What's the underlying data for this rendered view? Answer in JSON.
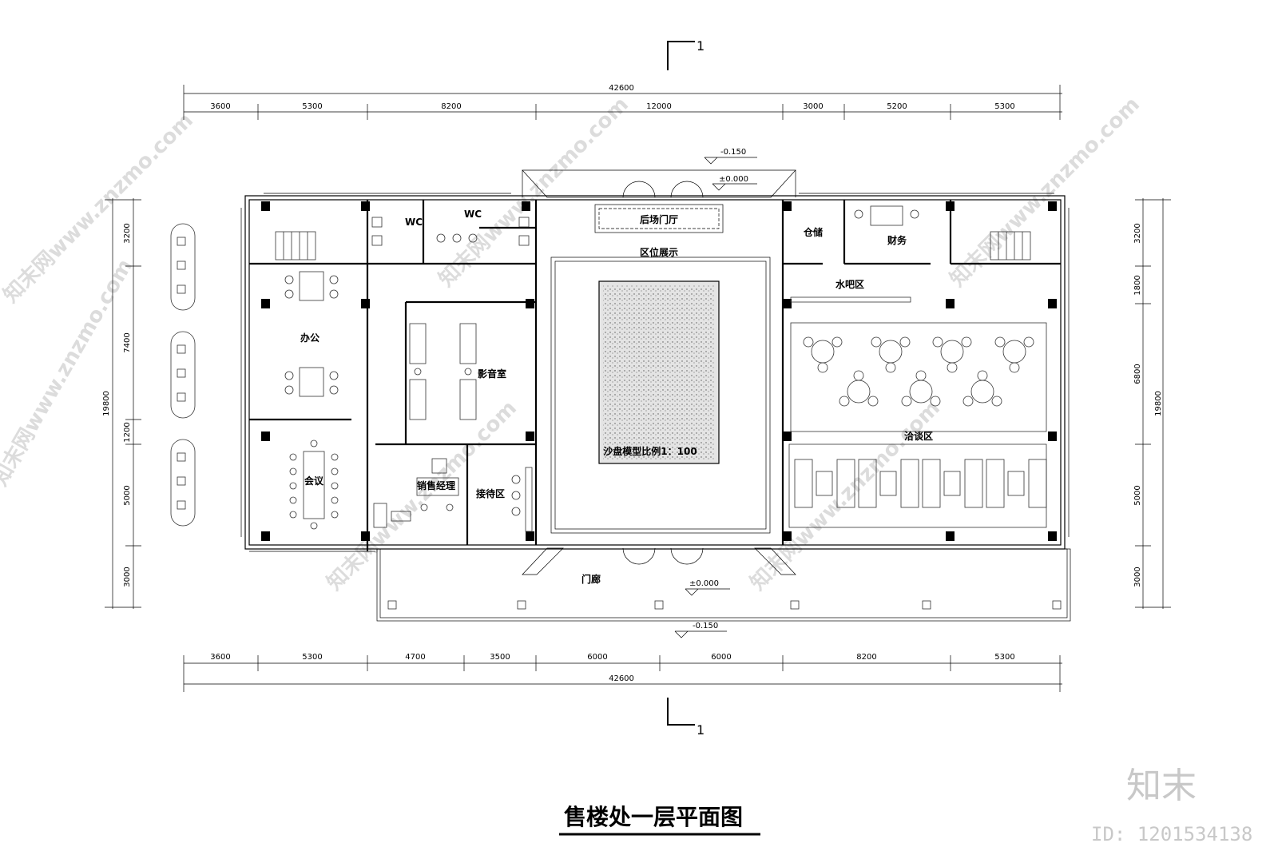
{
  "title": "售楼处一层平面图",
  "section_mark": "1",
  "brand": {
    "logo_text": "知末",
    "id_text": "ID: 1201534138",
    "watermark": "知末网www.znzmo.com"
  },
  "dimensions": {
    "top_total": "42600",
    "top_segments": [
      "3600",
      "5300",
      "8200",
      "12000",
      "3000",
      "5200",
      "5300"
    ],
    "bottom_segments": [
      "3600",
      "5300",
      "4700",
      "3500",
      "6000",
      "6000",
      "8200",
      "5300"
    ],
    "bottom_total": "42600",
    "left_segments": [
      "3200",
      "7400",
      "1200",
      "5000",
      "3000"
    ],
    "left_total": "19800",
    "right_segments": [
      "3200",
      "1800",
      "6800",
      "5000",
      "3000"
    ],
    "right_total": "19800"
  },
  "elevations": {
    "rear_outer": "-0.150",
    "rear_inner": "±0.000",
    "front_inner": "±0.000",
    "front_outer": "-0.150"
  },
  "rooms": {
    "wc_left": "WC",
    "wc_right": "WC",
    "rear_lobby": "后场门厅",
    "zone_display": "区位展示",
    "office": "办公",
    "av_room": "影音室",
    "meeting": "会议",
    "sales_manager": "销售经理",
    "reception": "接待区",
    "sand_table": "沙盘模型比例1：100",
    "storage": "仓储",
    "finance": "财务",
    "water_bar": "水吧区",
    "negotiation": "洽谈区",
    "porch": "门廊"
  }
}
